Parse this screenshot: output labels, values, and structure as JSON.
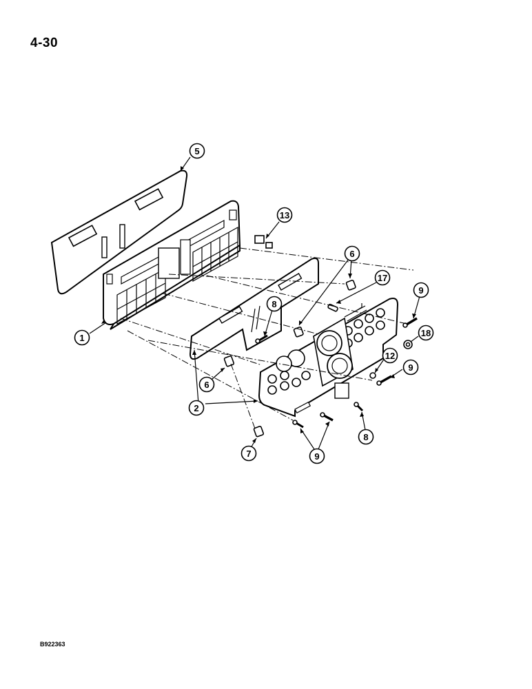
{
  "header": {
    "page_number": "4-30"
  },
  "footer": {
    "figure_code": "B922363"
  },
  "callouts": [
    {
      "id": "c5",
      "label": "5"
    },
    {
      "id": "c13",
      "label": "13"
    },
    {
      "id": "c6a",
      "label": "6"
    },
    {
      "id": "c17",
      "label": "17"
    },
    {
      "id": "c9a",
      "label": "9"
    },
    {
      "id": "c8a",
      "label": "8"
    },
    {
      "id": "c18",
      "label": "18"
    },
    {
      "id": "c1",
      "label": "1"
    },
    {
      "id": "c12",
      "label": "12"
    },
    {
      "id": "c9b",
      "label": "9"
    },
    {
      "id": "c6b",
      "label": "6"
    },
    {
      "id": "c2",
      "label": "2"
    },
    {
      "id": "c8b",
      "label": "8"
    },
    {
      "id": "c7",
      "label": "7"
    },
    {
      "id": "c9c",
      "label": "9"
    }
  ]
}
